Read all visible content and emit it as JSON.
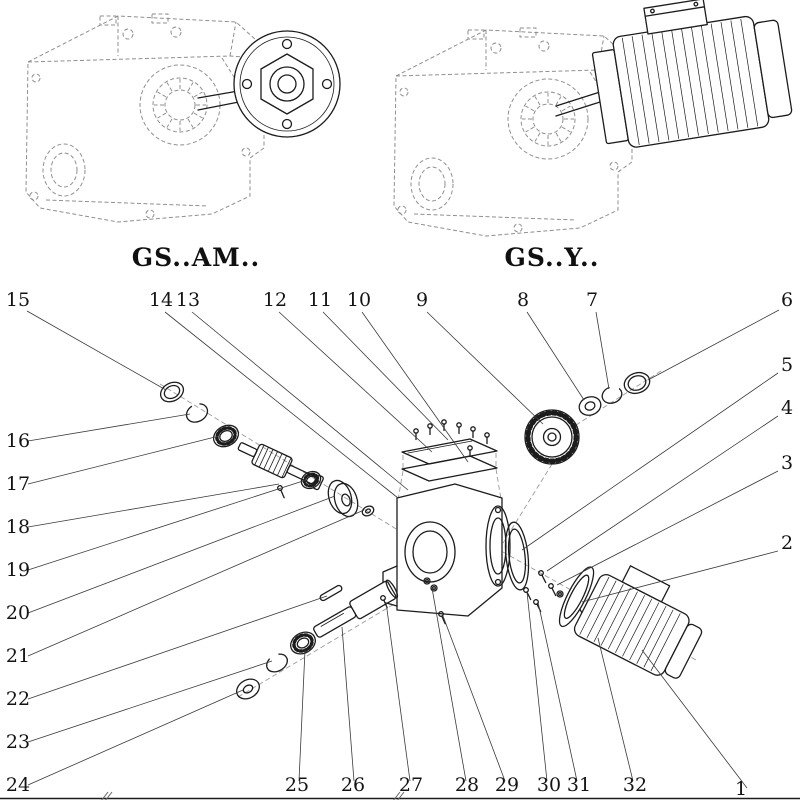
{
  "colors": {
    "line": "#1c1c1c",
    "ghost": "#8f8f8f",
    "background": "#ffffff"
  },
  "captions": {
    "left_model": "GS..AM..",
    "right_model": "GS..Y.."
  },
  "callouts": {
    "c1": "1",
    "c2": "2",
    "c3": "3",
    "c4": "4",
    "c5": "5",
    "c6": "6",
    "c7": "7",
    "c8": "8",
    "c9": "9",
    "c10": "10",
    "c11": "11",
    "c12": "12",
    "c13": "13",
    "c14": "14",
    "c15": "15",
    "c16": "16",
    "c17": "17",
    "c18": "18",
    "c19": "19",
    "c20": "20",
    "c21": "21",
    "c22": "22",
    "c23": "23",
    "c24": "24",
    "c25": "25",
    "c26": "26",
    "c27": "27",
    "c28": "28",
    "c29": "29",
    "c30": "30",
    "c31": "31",
    "c32": "32"
  }
}
